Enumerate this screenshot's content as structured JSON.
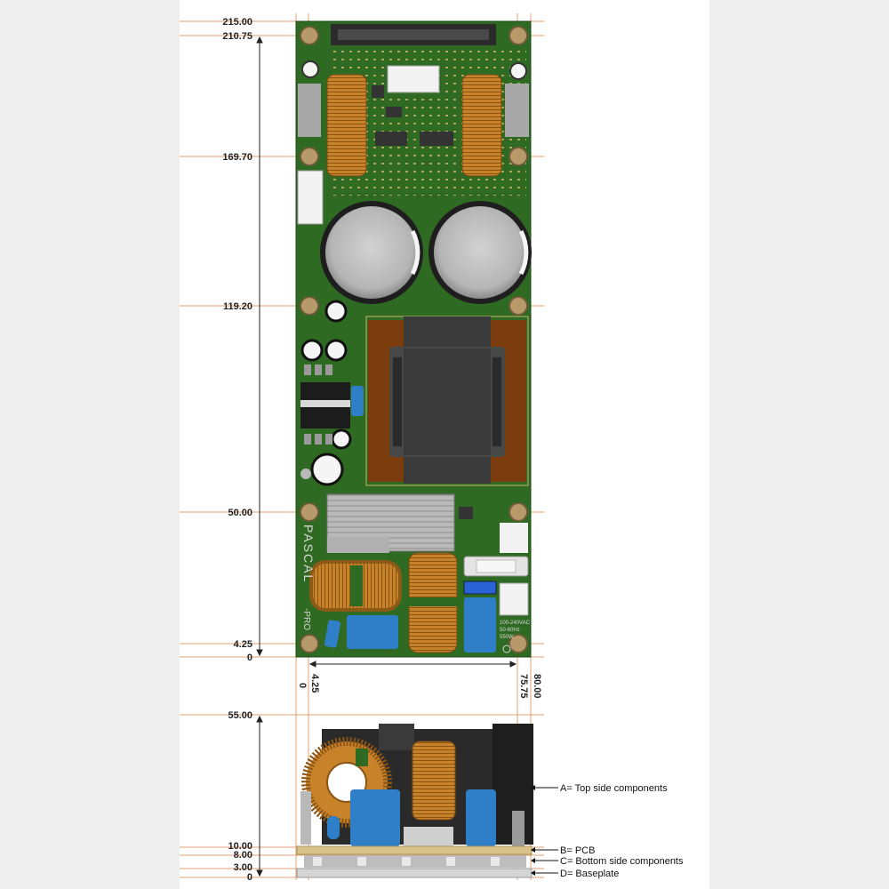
{
  "top_view": {
    "y_labels": [
      "215.00",
      "210.75",
      "169.70",
      "119.20",
      "50.00",
      "4.25",
      "0"
    ],
    "x_labels": [
      "0",
      "4.25",
      "75.75",
      "80.00"
    ],
    "silkscreen": {
      "brand": "PASCAL",
      "model_suffix": "-PRO",
      "rating_lines": [
        "100-240VAC",
        "50-60Hz",
        "550W"
      ]
    }
  },
  "side_view": {
    "y_labels": [
      "55.00",
      "10.00",
      "8.00",
      "3.00",
      "0"
    ],
    "legend": [
      "A= Top side components",
      "B= PCB",
      "C= Bottom side components",
      "D= Baseplate"
    ]
  },
  "colors": {
    "pcb_green": "#2f6a22",
    "copper_coil": "#c8822a",
    "capacitor_blue": "#2f7fc8",
    "dimension_orange": "#e0a070",
    "transformer_core": "#3a3a3a",
    "pcb_tan": "#d9c38a"
  }
}
